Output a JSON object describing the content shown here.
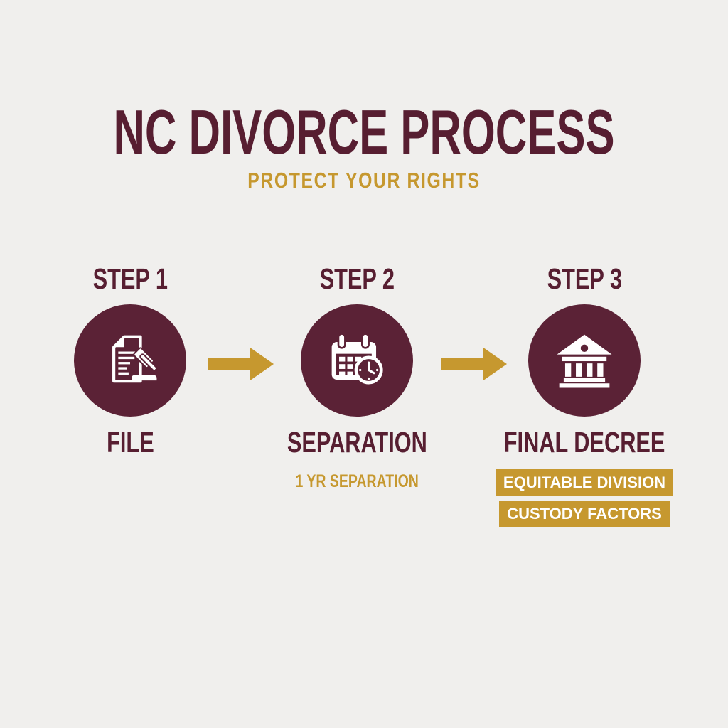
{
  "header": {
    "title": "NC DIVORCE PROCESS",
    "subtitle": "PROTECT YOUR RIGHTS"
  },
  "steps": [
    {
      "label": "STEP 1",
      "name": "FILE",
      "icon": "document-gavel-icon",
      "note": "",
      "badges": []
    },
    {
      "label": "STEP 2",
      "name": "SEPARATION",
      "icon": "calendar-clock-icon",
      "note": "1 YR SEPARATION",
      "badges": []
    },
    {
      "label": "STEP 3",
      "name": "FINAL DECREE",
      "icon": "courthouse-icon",
      "note": "",
      "badges": [
        "EQUITABLE DIVISION",
        "CUSTODY FACTORS"
      ]
    }
  ],
  "arrows": {
    "count": 2,
    "direction": "right"
  },
  "colors": {
    "background": "#f0efed",
    "maroon_text": "#571e31",
    "maroon_circle": "#5b2236",
    "gold": "#c6982f",
    "badge_text": "#ffffff",
    "icon_glyph": "#ffffff"
  }
}
